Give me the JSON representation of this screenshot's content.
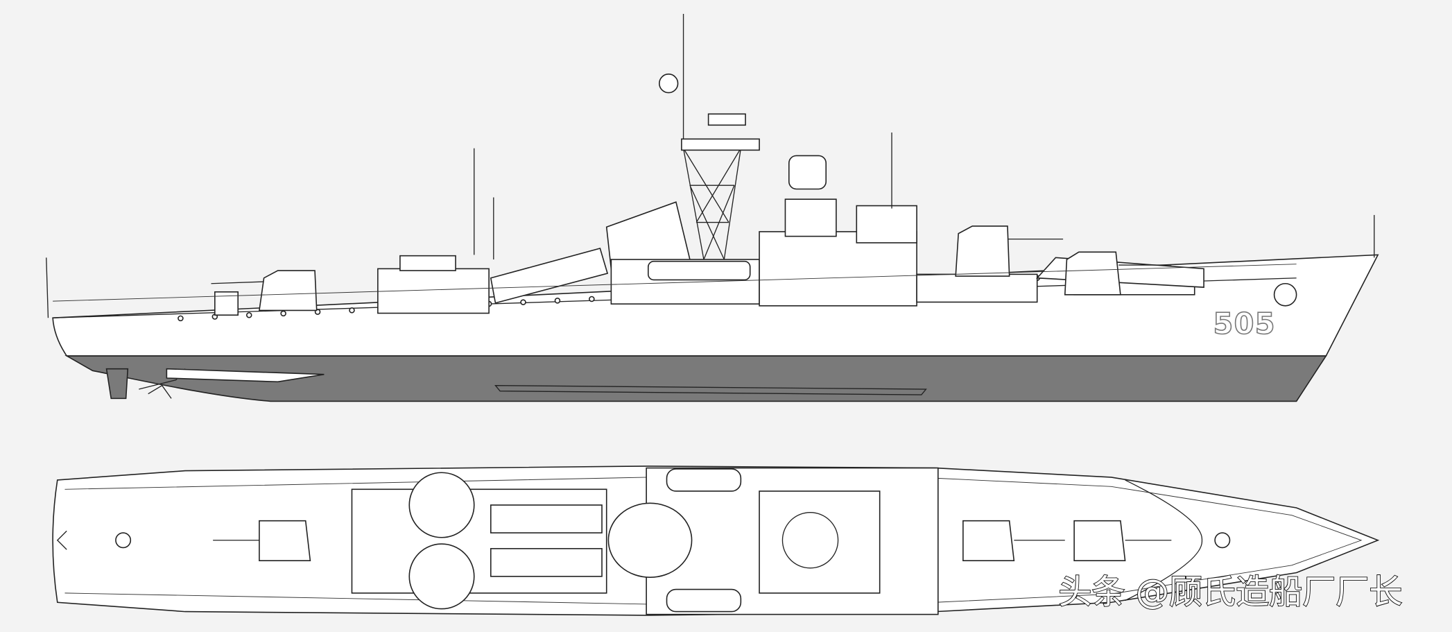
{
  "drawing": {
    "hull_number": "505",
    "watermark": "头条 @顾氏造船厂厂长",
    "views": [
      "side-profile",
      "top-plan"
    ]
  },
  "colors": {
    "background": "#f3f3f3",
    "underwater_hull": "#7a7a7a",
    "line": "#222222"
  }
}
